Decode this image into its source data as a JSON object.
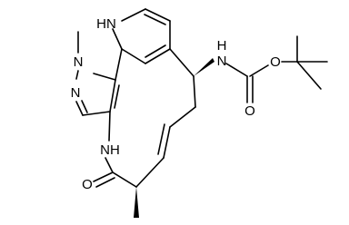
{
  "molecule": {
    "atom_labels": [
      {
        "id": "nh-dihydropyridine",
        "text": "HN"
      },
      {
        "id": "n-methyl-pyrazole",
        "text": "N"
      },
      {
        "id": "n-pyrazole",
        "text": "N"
      },
      {
        "id": "nh-amide-ring",
        "text": "NH"
      },
      {
        "id": "o-lactam",
        "text": "O"
      },
      {
        "id": "nh-carbamate",
        "text": "N"
      },
      {
        "id": "h-carbamate",
        "text": "H"
      },
      {
        "id": "o-carbamate-carbonyl",
        "text": "O"
      },
      {
        "id": "o-carbamate-ester",
        "text": "O"
      }
    ]
  }
}
